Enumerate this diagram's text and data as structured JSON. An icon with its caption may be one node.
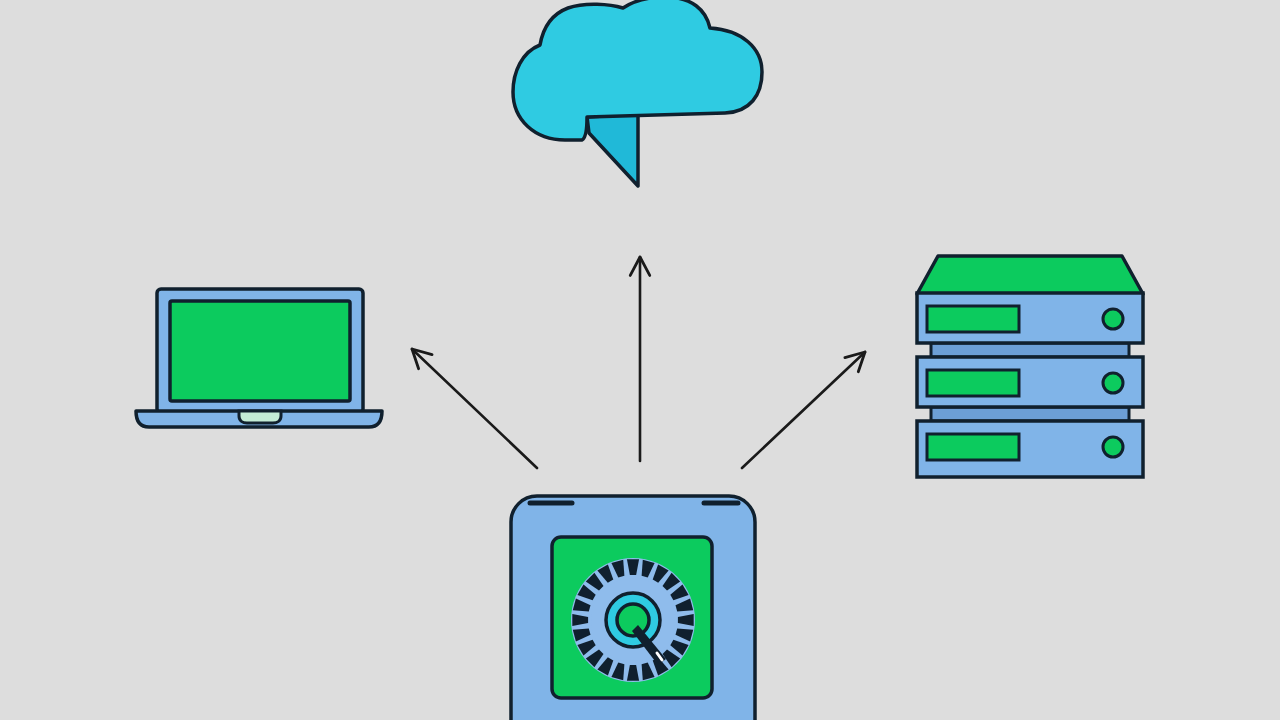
{
  "diagram": {
    "nodes": [
      {
        "text": [],
        "shape": "cloud"
      },
      {
        "text": [],
        "shape": "picture"
      },
      {
        "text": [],
        "shape": "picture"
      },
      {
        "text": [],
        "shape": "picture"
      }
    ],
    "edges": [
      {
        "from": 3,
        "to": 1,
        "arrow": "to"
      },
      {
        "from": 3,
        "to": 0,
        "arrow": "to"
      },
      {
        "from": 3,
        "to": 2,
        "arrow": "to"
      }
    ]
  }
}
